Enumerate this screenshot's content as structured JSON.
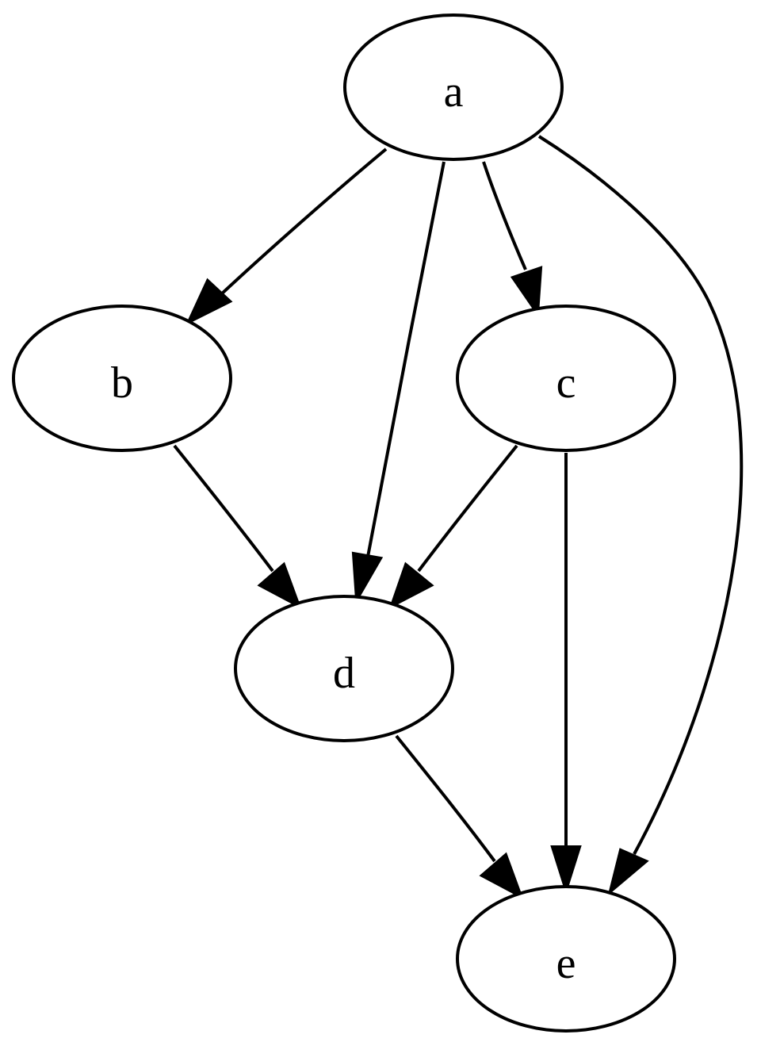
{
  "graph": {
    "type": "directed-graph",
    "nodes": [
      {
        "id": "a",
        "label": "a"
      },
      {
        "id": "b",
        "label": "b"
      },
      {
        "id": "c",
        "label": "c"
      },
      {
        "id": "d",
        "label": "d"
      },
      {
        "id": "e",
        "label": "e"
      }
    ],
    "edges": [
      {
        "from": "a",
        "to": "b"
      },
      {
        "from": "a",
        "to": "d"
      },
      {
        "from": "a",
        "to": "c"
      },
      {
        "from": "a",
        "to": "e"
      },
      {
        "from": "b",
        "to": "d"
      },
      {
        "from": "c",
        "to": "d"
      },
      {
        "from": "c",
        "to": "e"
      },
      {
        "from": "d",
        "to": "e"
      }
    ]
  }
}
